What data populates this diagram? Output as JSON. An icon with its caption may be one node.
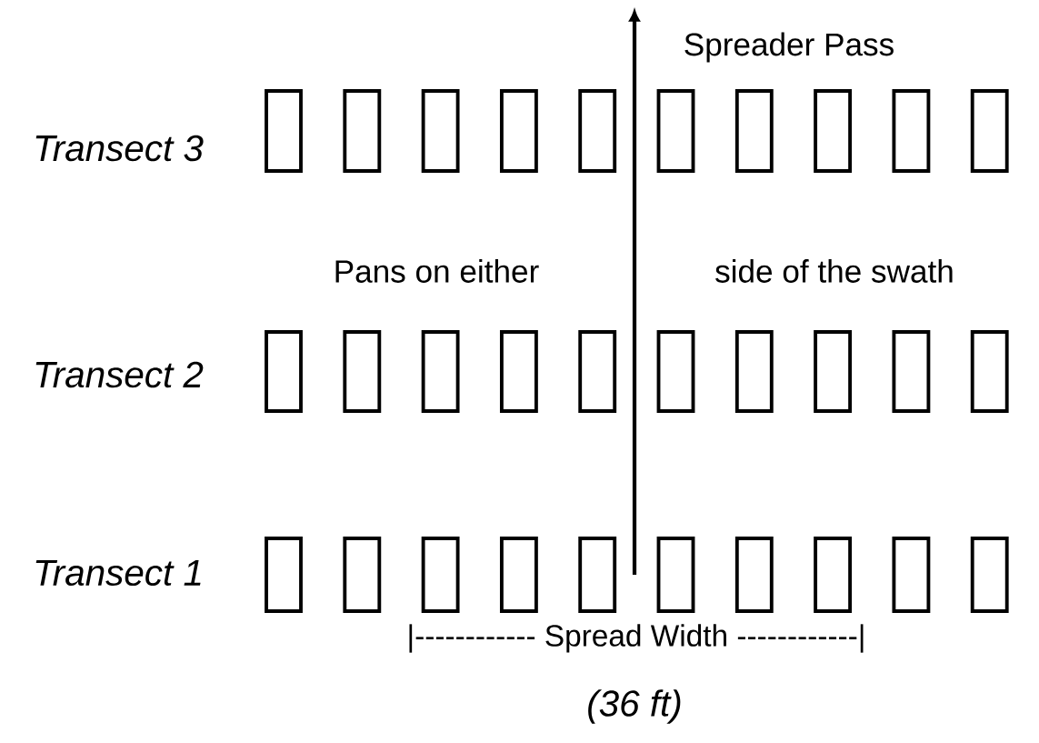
{
  "diagram": {
    "labels": [
      "Spreader Pass",
      "Transect 3",
      "Pans on either",
      "side of the swath",
      "Transect 2",
      "Transect 1",
      "|------------ Spread Width ------------|",
      "(36 ft)"
    ]
  }
}
